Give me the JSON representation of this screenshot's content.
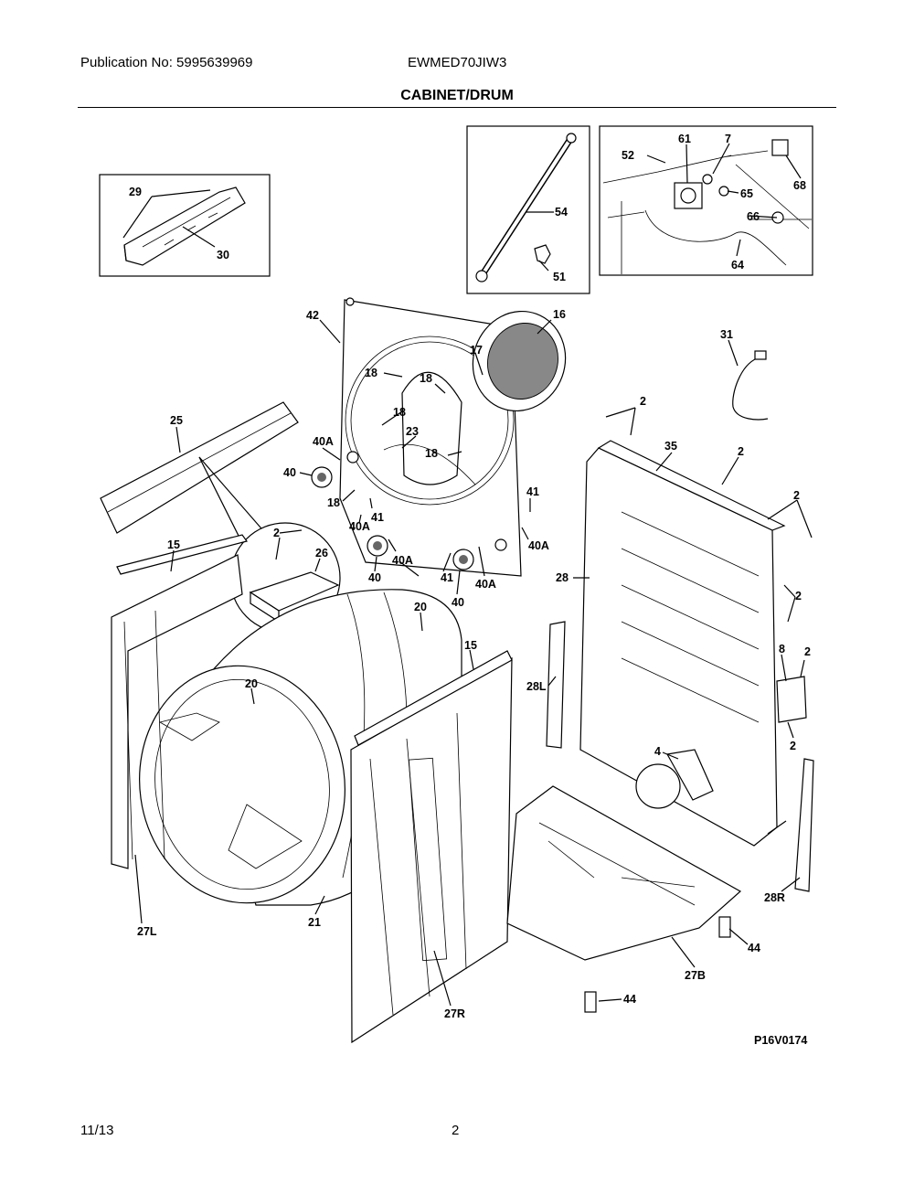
{
  "header": {
    "publication": "Publication No:  5995639969",
    "model": "EWMED70JIW3",
    "title": "CABINET/DRUM"
  },
  "diagram": {
    "code": "P16V0174",
    "labels": [
      "29",
      "30",
      "54",
      "51",
      "52",
      "61",
      "7",
      "68",
      "65",
      "66",
      "64",
      "42",
      "16",
      "17",
      "18",
      "18",
      "18",
      "18",
      "23",
      "40A",
      "40",
      "18",
      "41",
      "40A",
      "41",
      "40A",
      "40",
      "40A",
      "41",
      "40",
      "40A",
      "25",
      "31",
      "2",
      "35",
      "2",
      "2",
      "2",
      "26",
      "15",
      "28",
      "20",
      "15",
      "20",
      "28L",
      "8",
      "2",
      "4",
      "2",
      "2",
      "27L",
      "21",
      "27R",
      "28R",
      "44",
      "27B",
      "44"
    ]
  },
  "footer": {
    "date": "11/13",
    "page": "2"
  }
}
